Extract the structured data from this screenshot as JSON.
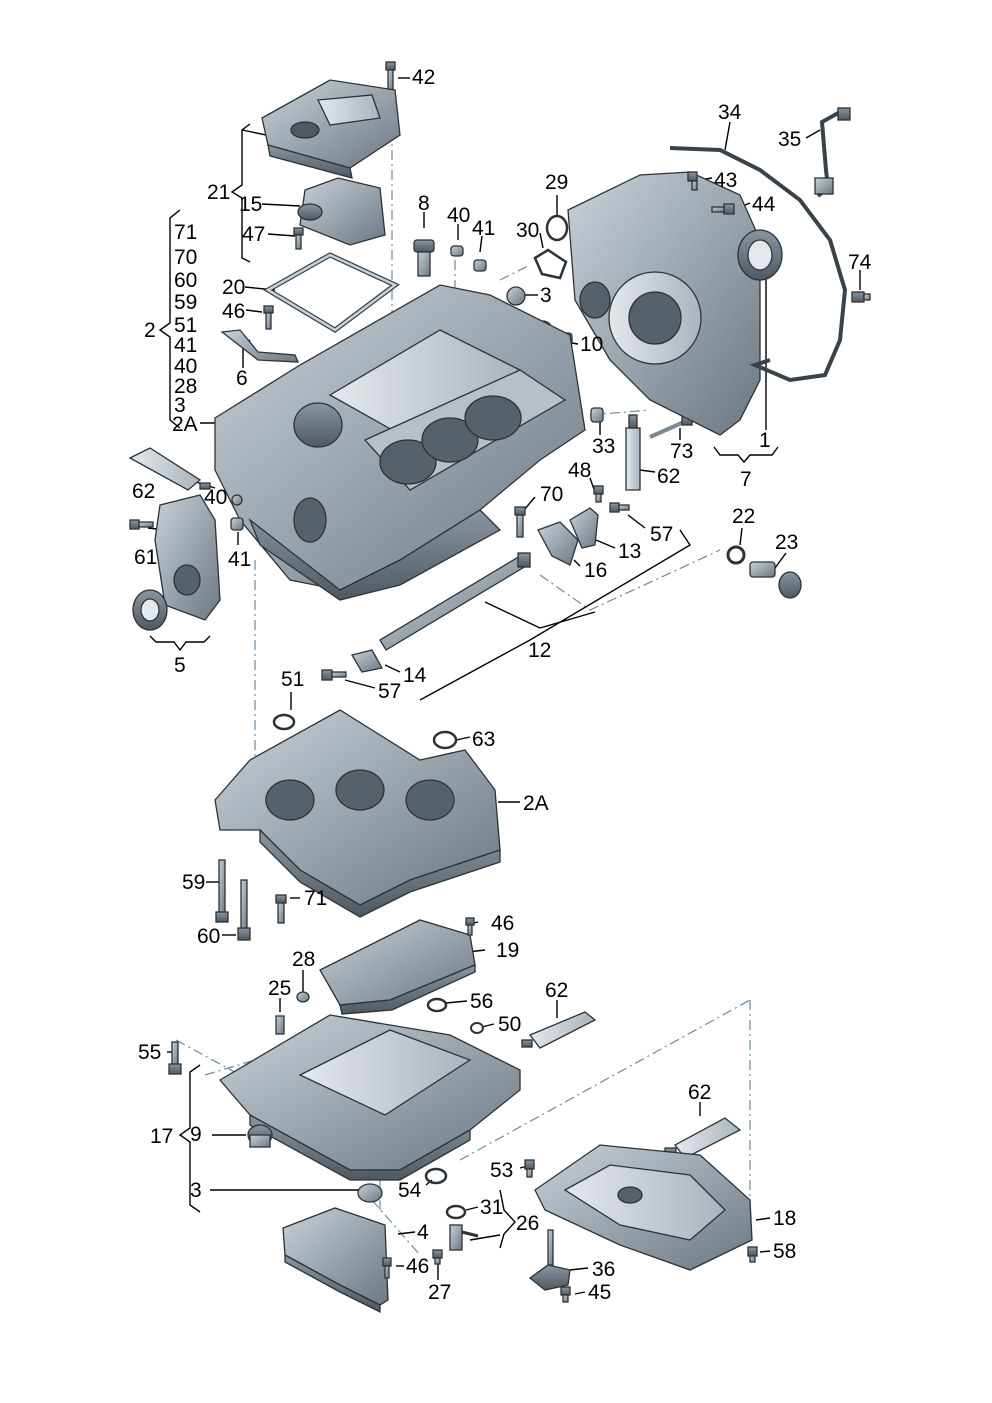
{
  "labels": {
    "l42": "42",
    "l34": "34",
    "l35": "35",
    "l43": "43",
    "l44": "44",
    "l29": "29",
    "l30": "30",
    "l3a": "3",
    "l10": "10",
    "l74": "74",
    "l8": "8",
    "l40a": "40",
    "l41a": "41",
    "l21": "21",
    "l15": "15",
    "l47": "47",
    "l20": "20",
    "l46a": "46",
    "l6": "6",
    "l71a": "71",
    "l70a": "70",
    "l60a": "60",
    "l59a": "59",
    "l51a": "51",
    "l41b": "41",
    "l40b": "40",
    "l28a": "28",
    "l3b": "3",
    "l2": "2",
    "l2Aa": "2A",
    "l62a": "62",
    "l40c": "40",
    "l41c": "41",
    "l61": "61",
    "l5": "5",
    "l33": "33",
    "l73": "73",
    "l62b": "62",
    "l48": "48",
    "l70b": "70",
    "l1": "1",
    "l7": "7",
    "l57a": "57",
    "l13": "13",
    "l16": "16",
    "l22": "22",
    "l23": "23",
    "l12": "12",
    "l14": "14",
    "l57b": "57",
    "l51b": "51",
    "l63": "63",
    "l2Ab": "2A",
    "l59b": "59",
    "l60b": "60",
    "l71b": "71",
    "l46b": "46",
    "l19": "19",
    "l28b": "28",
    "l25": "25",
    "l56": "56",
    "l50": "50",
    "l62c": "62",
    "l55": "55",
    "l17": "17",
    "l9": "9",
    "l3c": "3",
    "l54": "54",
    "l62d": "62",
    "l53": "53",
    "l31": "31",
    "l26": "26",
    "l18": "18",
    "l4": "4",
    "l46c": "46",
    "l27": "27",
    "l36": "36",
    "l45": "45",
    "l58": "58"
  }
}
